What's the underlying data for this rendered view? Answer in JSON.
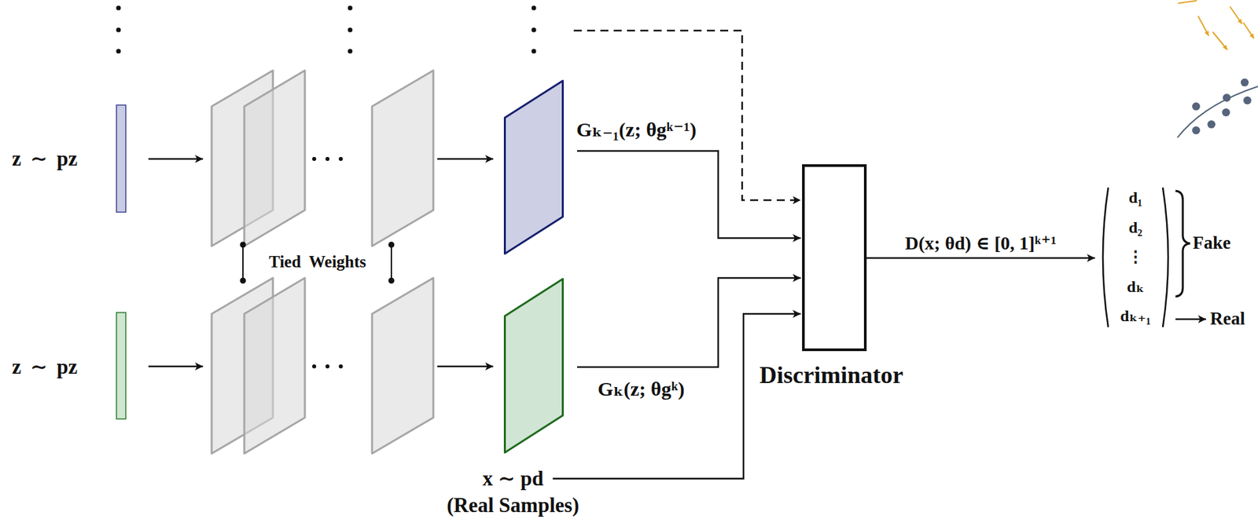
{
  "diagram": {
    "nodes": [
      {
        "text": [
          "Gₖ₋₁(z; θgᵏ⁻¹)"
        ]
      },
      {
        "text": [
          "Gₖ(z; θgᵏ)"
        ]
      },
      {
        "text": [
          "x ∼ pd",
          "(Real Samples)"
        ]
      },
      {
        "text": [
          "Discriminator"
        ]
      },
      {
        "text": [
          "d₁",
          "d₂",
          "⋮",
          "dₖ",
          "dₖ₊₁"
        ]
      }
    ],
    "edges": [
      {
        "from": 0,
        "to": 3,
        "arrow": "to"
      },
      {
        "from": 1,
        "to": 3,
        "arrow": "to"
      },
      {
        "from": 2,
        "to": 3,
        "arrow": "to"
      },
      {
        "from": 3,
        "to": 4,
        "label": "D(x; θd) ∈ [0, 1]ᵏ⁺¹",
        "arrow": "to"
      }
    ],
    "labels": [
      "z ∼ pz",
      "z ∼ pz",
      "Tied Weights",
      "Fake",
      "Real"
    ]
  }
}
